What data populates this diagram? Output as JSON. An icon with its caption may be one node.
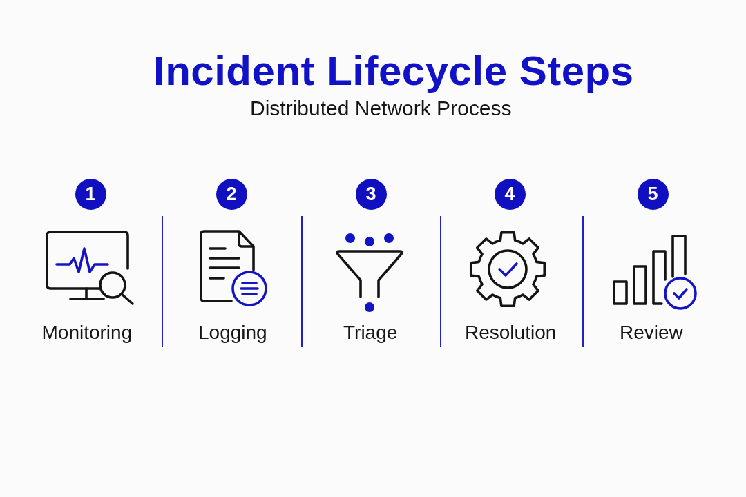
{
  "diagram": {
    "title": "Incident Lifecycle Steps",
    "nodes": [
      {
        "text": [
          "1"
        ]
      },
      {
        "text": [
          "2"
        ]
      },
      {
        "text": [
          "3"
        ]
      },
      {
        "text": [
          "4"
        ]
      },
      {
        "text": [
          "5"
        ]
      }
    ],
    "labels": [
      "Distributed Network Process",
      "Monitoring",
      "Logging",
      "Triage",
      "Resolution",
      "Review"
    ]
  }
}
